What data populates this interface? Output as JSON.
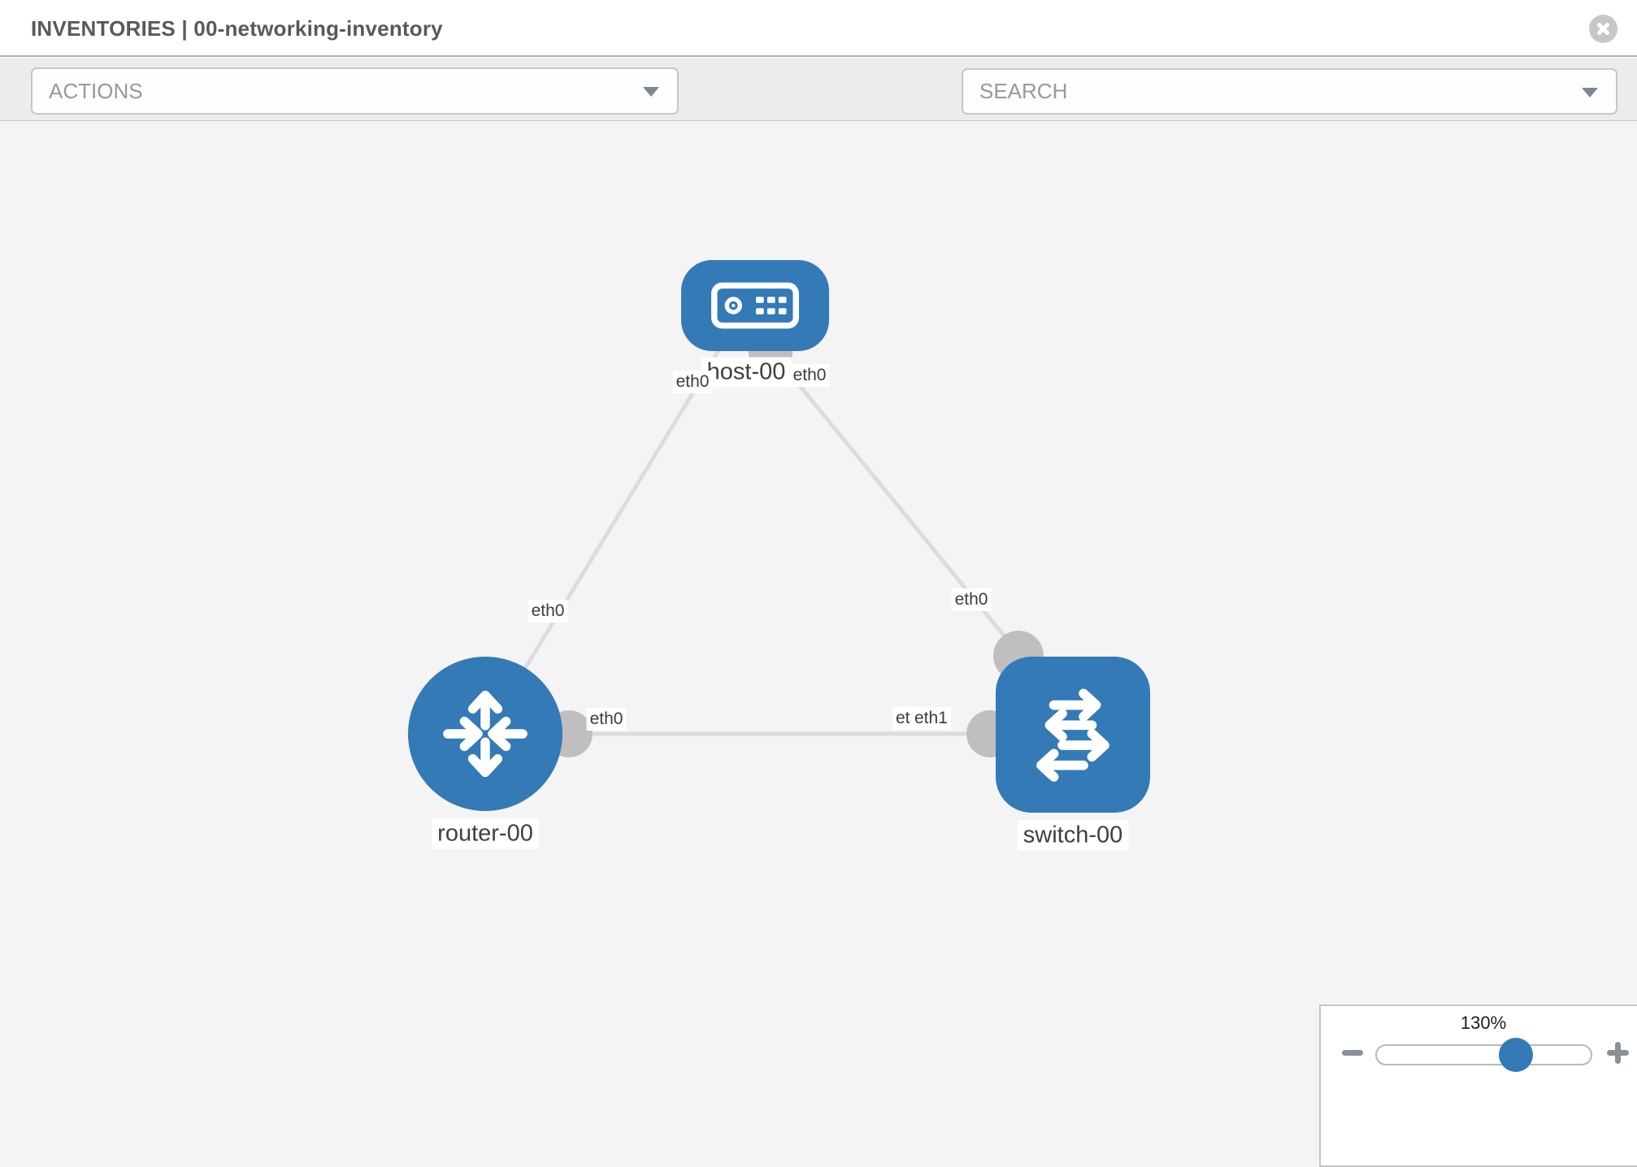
{
  "header": {
    "title": "INVENTORIES | 00-networking-inventory"
  },
  "toolbar": {
    "actions_label": "ACTIONS",
    "search_label": "SEARCH"
  },
  "topology": {
    "nodes": [
      {
        "label": "host-00",
        "type": "host"
      },
      {
        "label": "router-00",
        "type": "router"
      },
      {
        "label": "switch-00",
        "type": "switch"
      }
    ],
    "links": [
      {
        "source": "router-00",
        "source_iface": "eth0",
        "target": "host-00",
        "target_iface": "eth0"
      },
      {
        "source": "host-00",
        "source_iface": "eth0",
        "target": "switch-00",
        "target_iface": "eth0"
      },
      {
        "source": "router-00",
        "source_iface": "eth0",
        "target": "switch-00",
        "target_iface": "eth1"
      }
    ],
    "iface_labels": {
      "link1_router_end": "eth0",
      "link1_host_end": "eth0",
      "link2_host_end": "eth0",
      "link2_switch_end": "eth0",
      "link3_router_end": "eth0",
      "link3_switch_end_under": "eth0",
      "link3_switch_end_over": "eth1"
    }
  },
  "zoom_control": {
    "value": "130%"
  },
  "colors": {
    "node": "#337ab7",
    "link": "#dcdcdc",
    "endpoint": "#bfbfbf"
  }
}
